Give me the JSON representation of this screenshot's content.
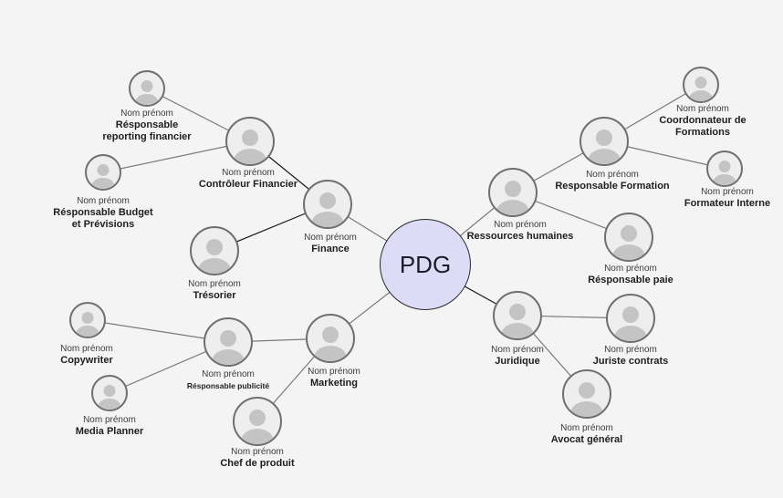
{
  "center": {
    "label": "PDG"
  },
  "nodes": {
    "finance": {
      "name": "Nom prénom",
      "role": "Finance"
    },
    "controleur": {
      "name": "Nom prénom",
      "role": "Contrôleur Financier"
    },
    "reporting": {
      "name": "Nom prénom",
      "role": "Résponsable reporting financier"
    },
    "budget": {
      "name": "Nom prénom",
      "role": "Résponsable Budget et Prévisions"
    },
    "tresorier": {
      "name": "Nom prénom",
      "role": "Trésorier"
    },
    "marketing": {
      "name": "Nom prénom",
      "role": "Marketing"
    },
    "publicite": {
      "name": "Nom prénom",
      "role": "Résponsable publicité"
    },
    "copywriter": {
      "name": "Nom prénom",
      "role": "Copywriter"
    },
    "mediaplanner": {
      "name": "Nom prénom",
      "role": "Media Planner"
    },
    "chefproduit": {
      "name": "Nom prénom",
      "role": "Chef de produit"
    },
    "rh": {
      "name": "Nom prénom",
      "role": "Ressources humaines"
    },
    "formation": {
      "name": "Nom prénom",
      "role": "Responsable Formation"
    },
    "coordonnateur": {
      "name": "Nom prénom",
      "role": "Coordonnateur de Formations"
    },
    "formateur": {
      "name": "Nom prénom",
      "role": "Formateur Interne"
    },
    "paie": {
      "name": "Nom prénom",
      "role": "Résponsable paie"
    },
    "juridique": {
      "name": "Nom prénom",
      "role": "Juridique"
    },
    "juriste": {
      "name": "Nom prénom",
      "role": "Juriste contrats"
    },
    "avocat": {
      "name": "Nom prénom",
      "role": "Avocat général"
    }
  }
}
